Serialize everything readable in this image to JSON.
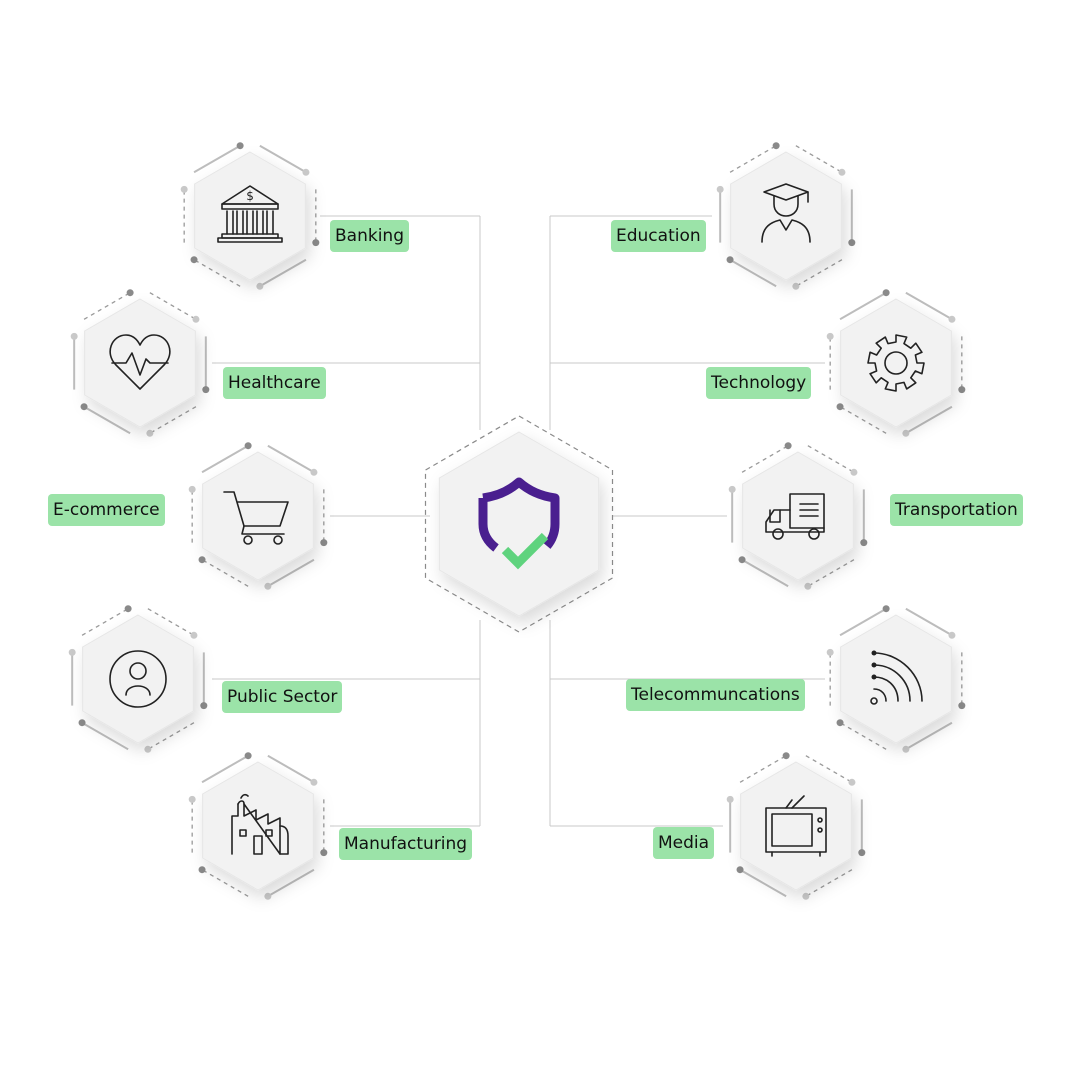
{
  "colors": {
    "label_bg": "#9be3a8",
    "line": "#c8c8c8",
    "hex_fill": "#f2f2f2",
    "icon": "#222222",
    "shield": "#4a1f8f",
    "check": "#5fd37e"
  },
  "center": {
    "icon": "shield-check-icon"
  },
  "sectors": [
    {
      "id": "banking",
      "label": "Banking",
      "icon": "bank-icon"
    },
    {
      "id": "healthcare",
      "label": "Healthcare",
      "icon": "heart-pulse-icon"
    },
    {
      "id": "ecommerce",
      "label": "E-commerce",
      "icon": "shopping-cart-icon"
    },
    {
      "id": "public-sector",
      "label": "Public Sector",
      "icon": "person-circle-icon"
    },
    {
      "id": "manufacturing",
      "label": "Manufacturing",
      "icon": "factory-icon"
    },
    {
      "id": "education",
      "label": "Education",
      "icon": "graduate-icon"
    },
    {
      "id": "technology",
      "label": "Technology",
      "icon": "gear-icon"
    },
    {
      "id": "transportation",
      "label": "Transportation",
      "icon": "truck-icon"
    },
    {
      "id": "telecommunications",
      "label": "Telecommuncations",
      "icon": "signal-waves-icon"
    },
    {
      "id": "media",
      "label": "Media",
      "icon": "tv-icon"
    }
  ]
}
